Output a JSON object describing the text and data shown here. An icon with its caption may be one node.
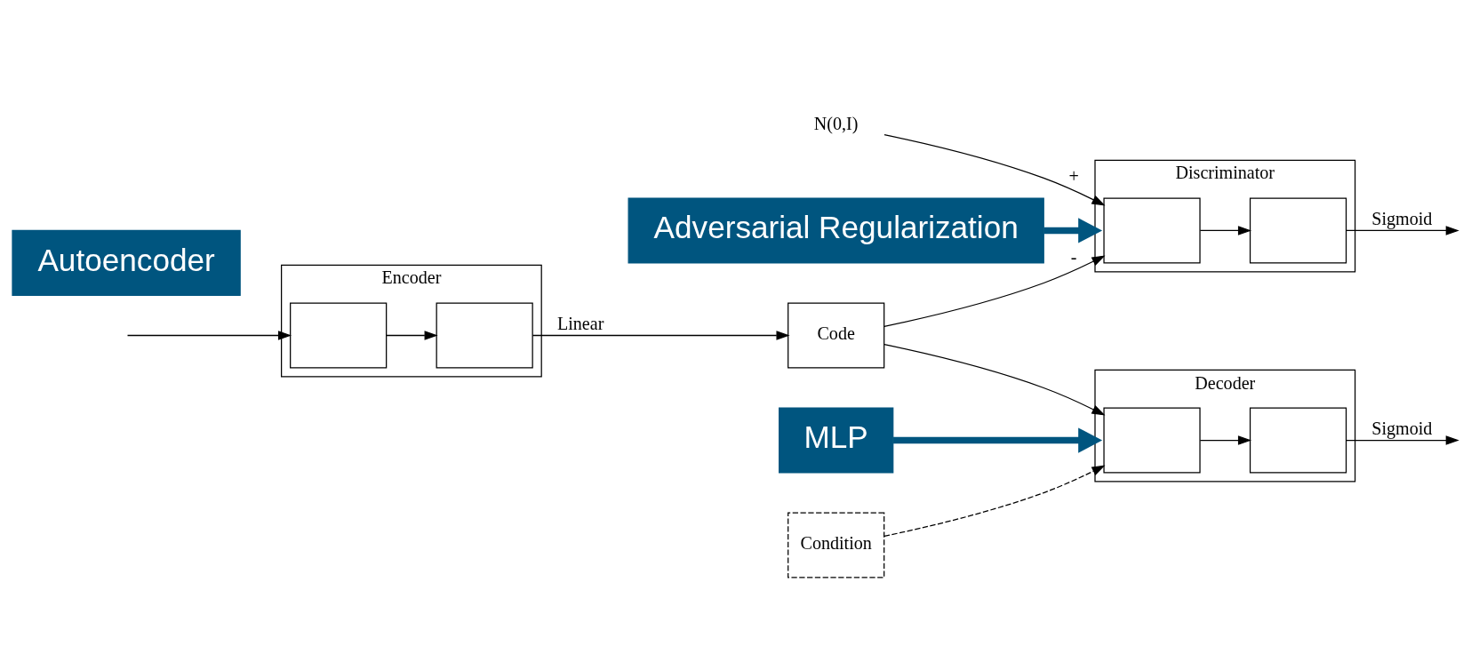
{
  "diagram": {
    "nodes": [
      {
        "text": [
          "MLP"
        ]
      },
      {
        "text": [
          "Autoencoder"
        ]
      },
      {
        "text": [
          "Encoder"
        ]
      },
      {
        "text": [],
        "shape": "box",
        "in": 2
      },
      {
        "text": [],
        "shape": "box",
        "in": 2
      },
      {
        "text": [
          "Code"
        ]
      },
      {
        "text": [
          "Condition"
        ]
      },
      {
        "text": [
          "Decoder"
        ]
      },
      {
        "text": [],
        "shape": "box",
        "in": 7
      },
      {
        "text": [],
        "shape": "box",
        "in": 7
      },
      {
        "text": [
          "Discriminator"
        ]
      },
      {
        "text": [],
        "shape": "box",
        "in": 10
      },
      {
        "text": [],
        "shape": "box",
        "in": 10
      },
      {
        "text": [
          "N(0,I)"
        ]
      },
      {
        "text": [
          "Adversarial Regularization"
        ]
      }
    ],
    "edges": [
      {
        "from": null,
        "to": 3,
        "arrow": "to"
      },
      {
        "from": 3,
        "to": 4,
        "arrow": "to"
      },
      {
        "from": 4,
        "to": 5,
        "arrow": "to",
        "label": "Linear"
      },
      {
        "from": 6,
        "to": 8,
        "arrow": "to",
        "style": "dashed"
      },
      {
        "from": 5,
        "to": 8,
        "arrow": "to"
      },
      {
        "from": 8,
        "to": 9,
        "arrow": "to"
      },
      {
        "from": 9,
        "to": null,
        "arrow": "to",
        "label": "Sigmoid"
      },
      {
        "from": 5,
        "to": 11,
        "arrow": "to",
        "label": "-"
      },
      {
        "from": 13,
        "to": 11,
        "arrow": "to",
        "label": "+"
      },
      {
        "from": 11,
        "to": 12,
        "arrow": "to"
      },
      {
        "from": 12,
        "to": null,
        "arrow": "to",
        "label": "Sigmoid"
      },
      {
        "from": 0,
        "to": 7,
        "arrow": "to",
        "style": "thick",
        "color": "#00557f"
      },
      {
        "from": 14,
        "to": 10,
        "arrow": "to",
        "style": "thick",
        "color": "#00557f"
      }
    ]
  }
}
